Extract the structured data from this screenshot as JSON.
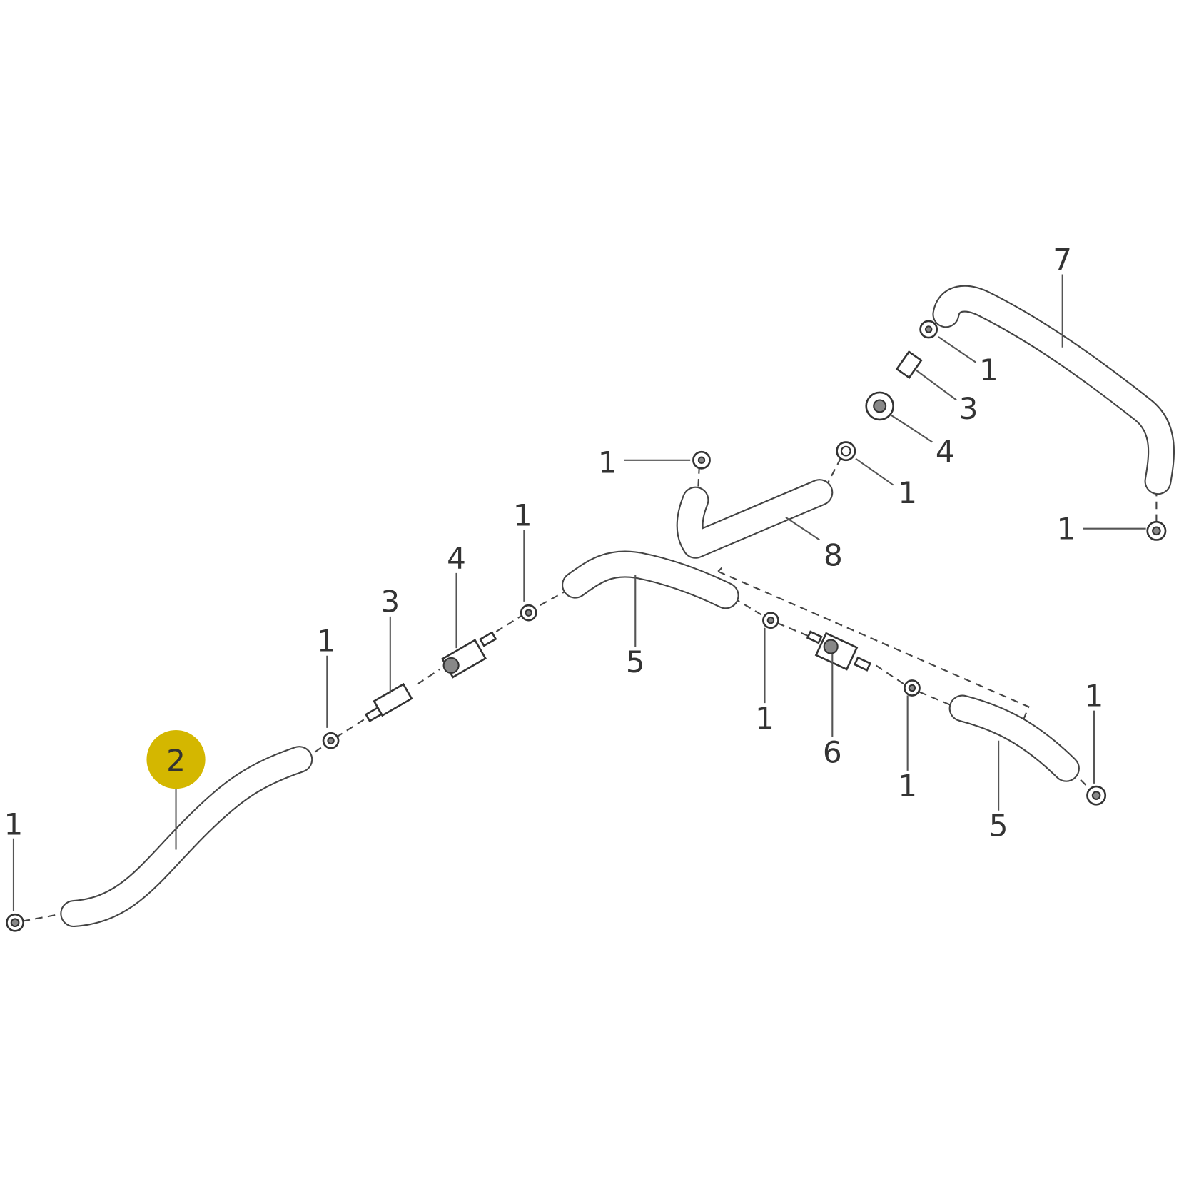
{
  "diagram": {
    "highlight_color": "#d4b700",
    "callouts": [
      {
        "id": "c1a",
        "text": "1"
      },
      {
        "id": "c2",
        "text": "2",
        "highlighted": true
      },
      {
        "id": "c1b",
        "text": "1"
      },
      {
        "id": "c3a",
        "text": "3"
      },
      {
        "id": "c4a",
        "text": "4"
      },
      {
        "id": "c1c",
        "text": "1"
      },
      {
        "id": "c5a",
        "text": "5"
      },
      {
        "id": "c1d",
        "text": "1"
      },
      {
        "id": "c6",
        "text": "6"
      },
      {
        "id": "c1e",
        "text": "1"
      },
      {
        "id": "c5b",
        "text": "5"
      },
      {
        "id": "c1f",
        "text": "1"
      },
      {
        "id": "c1g",
        "text": "1"
      },
      {
        "id": "c1h",
        "text": "1"
      },
      {
        "id": "c8",
        "text": "8"
      },
      {
        "id": "c1i",
        "text": "1"
      },
      {
        "id": "c7",
        "text": "7"
      },
      {
        "id": "c1j",
        "text": "1"
      },
      {
        "id": "c3b",
        "text": "3"
      },
      {
        "id": "c4b",
        "text": "4"
      }
    ]
  }
}
